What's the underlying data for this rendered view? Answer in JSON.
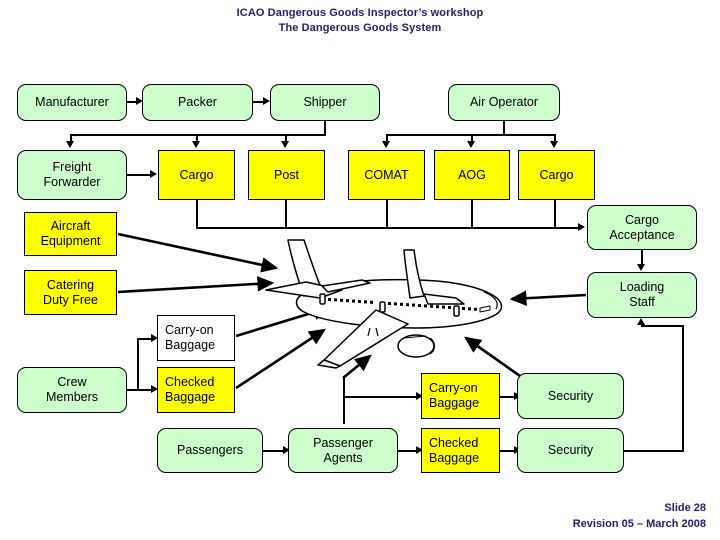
{
  "slide": {
    "title_line1": "ICAO Dangerous Goods Inspector’s workshop",
    "title_line2": "The Dangerous Goods System",
    "footer_line1": "Slide 28",
    "footer_line2": "Revision 05 – March 2008",
    "title_color": "#1f1f6e"
  },
  "palette": {
    "green": "#ccffcc",
    "yellow": "#ffff00",
    "white": "#ffffff",
    "outline": "#000000",
    "text": "#1f1f6e"
  },
  "illustration": {
    "name": "airplane-illustration",
    "description": "Line-art jet airliner, three-quarter front-left view"
  },
  "nodes": [
    {
      "id": "manufacturer",
      "label": "Manufacturer",
      "style": "green"
    },
    {
      "id": "packer",
      "label": "Packer",
      "style": "green"
    },
    {
      "id": "shipper",
      "label": "Shipper",
      "style": "green"
    },
    {
      "id": "air-operator",
      "label": "Air Operator",
      "style": "green"
    },
    {
      "id": "freight-forwarder",
      "label": "Freight\nForwarder",
      "style": "green"
    },
    {
      "id": "cargo-shipper",
      "label": "Cargo",
      "style": "yellow"
    },
    {
      "id": "post",
      "label": "Post",
      "style": "yellow"
    },
    {
      "id": "comat",
      "label": "COMAT",
      "style": "yellow"
    },
    {
      "id": "aog",
      "label": "AOG",
      "style": "yellow"
    },
    {
      "id": "cargo-operator",
      "label": "Cargo",
      "style": "yellow"
    },
    {
      "id": "aircraft-equipment",
      "label": "Aircraft\nEquipment",
      "style": "yellow"
    },
    {
      "id": "catering-duty-free",
      "label": "Catering\nDuty Free",
      "style": "yellow"
    },
    {
      "id": "cargo-acceptance",
      "label": "Cargo\nAcceptance",
      "style": "green"
    },
    {
      "id": "loading-staff",
      "label": "Loading\nStaff",
      "style": "green"
    },
    {
      "id": "carryon-baggage-crew",
      "label": "Carry-on\nBaggage",
      "style": "white"
    },
    {
      "id": "crew-members",
      "label": "Crew\nMembers",
      "style": "green"
    },
    {
      "id": "checked-baggage-crew",
      "label": "Checked\nBaggage",
      "style": "yellow"
    },
    {
      "id": "passengers",
      "label": "Passengers",
      "style": "green"
    },
    {
      "id": "passenger-agents",
      "label": "Passenger\nAgents",
      "style": "green"
    },
    {
      "id": "carryon-baggage-pax",
      "label": "Carry-on\nBaggage",
      "style": "yellow"
    },
    {
      "id": "checked-baggage-pax",
      "label": "Checked\nBaggage",
      "style": "yellow"
    },
    {
      "id": "security-carryon",
      "label": "Security",
      "style": "green"
    },
    {
      "id": "security-checked",
      "label": "Security",
      "style": "green"
    }
  ],
  "labels": {
    "manufacturer": "Manufacturer",
    "packer": "Packer",
    "shipper": "Shipper",
    "air_operator": "Air Operator",
    "freight_forwarder_l1": "Freight",
    "freight_forwarder_l2": "Forwarder",
    "cargo_shipper": "Cargo",
    "post": "Post",
    "comat": "COMAT",
    "aog": "AOG",
    "cargo_operator": "Cargo",
    "aircraft_equipment_l1": "Aircraft",
    "aircraft_equipment_l2": "Equipment",
    "catering_l1": "Catering",
    "catering_l2": "Duty Free",
    "cargo_acceptance_l1": "Cargo",
    "cargo_acceptance_l2": "Acceptance",
    "loading_staff_l1": "Loading",
    "loading_staff_l2": "Staff",
    "carryon_crew_l1": "Carry-on",
    "carryon_crew_l2": "Baggage",
    "crew_l1": "Crew",
    "crew_l2": "Members",
    "checked_crew_l1": "Checked",
    "checked_crew_l2": "Baggage",
    "passengers": "Passengers",
    "passenger_agents_l1": "Passenger",
    "passenger_agents_l2": "Agents",
    "carryon_pax_l1": "Carry-on",
    "carryon_pax_l2": "Baggage",
    "checked_pax_l1": "Checked",
    "checked_pax_l2": "Baggage",
    "security_carryon": "Security",
    "security_checked": "Security"
  },
  "edges": [
    {
      "from": "manufacturer",
      "to": "packer"
    },
    {
      "from": "packer",
      "to": "shipper"
    },
    {
      "from": "shipper",
      "to": "freight-forwarder"
    },
    {
      "from": "shipper",
      "to": "cargo-shipper"
    },
    {
      "from": "shipper",
      "to": "post"
    },
    {
      "from": "freight-forwarder",
      "to": "cargo-shipper"
    },
    {
      "from": "air-operator",
      "to": "comat"
    },
    {
      "from": "air-operator",
      "to": "aog"
    },
    {
      "from": "air-operator",
      "to": "cargo-operator"
    },
    {
      "from": "cargo-shipper",
      "to": "cargo-acceptance"
    },
    {
      "from": "post",
      "to": "cargo-acceptance"
    },
    {
      "from": "comat",
      "to": "cargo-acceptance"
    },
    {
      "from": "aog",
      "to": "cargo-acceptance"
    },
    {
      "from": "cargo-operator",
      "to": "cargo-acceptance"
    },
    {
      "from": "cargo-acceptance",
      "to": "loading-staff"
    },
    {
      "from": "loading-staff",
      "to": "airplane"
    },
    {
      "from": "aircraft-equipment",
      "to": "airplane"
    },
    {
      "from": "catering-duty-free",
      "to": "airplane"
    },
    {
      "from": "crew-members",
      "to": "carryon-baggage-crew"
    },
    {
      "from": "crew-members",
      "to": "checked-baggage-crew"
    },
    {
      "from": "carryon-baggage-crew",
      "to": "airplane"
    },
    {
      "from": "checked-baggage-crew",
      "to": "airplane"
    },
    {
      "from": "passengers",
      "to": "passenger-agents"
    },
    {
      "from": "passenger-agents",
      "to": "carryon-baggage-pax"
    },
    {
      "from": "passenger-agents",
      "to": "checked-baggage-pax"
    },
    {
      "from": "passenger-agents",
      "to": "airplane"
    },
    {
      "from": "carryon-baggage-pax",
      "to": "security-carryon"
    },
    {
      "from": "checked-baggage-pax",
      "to": "security-checked"
    },
    {
      "from": "security-carryon",
      "to": "airplane"
    },
    {
      "from": "security-checked",
      "to": "loading-staff"
    }
  ]
}
